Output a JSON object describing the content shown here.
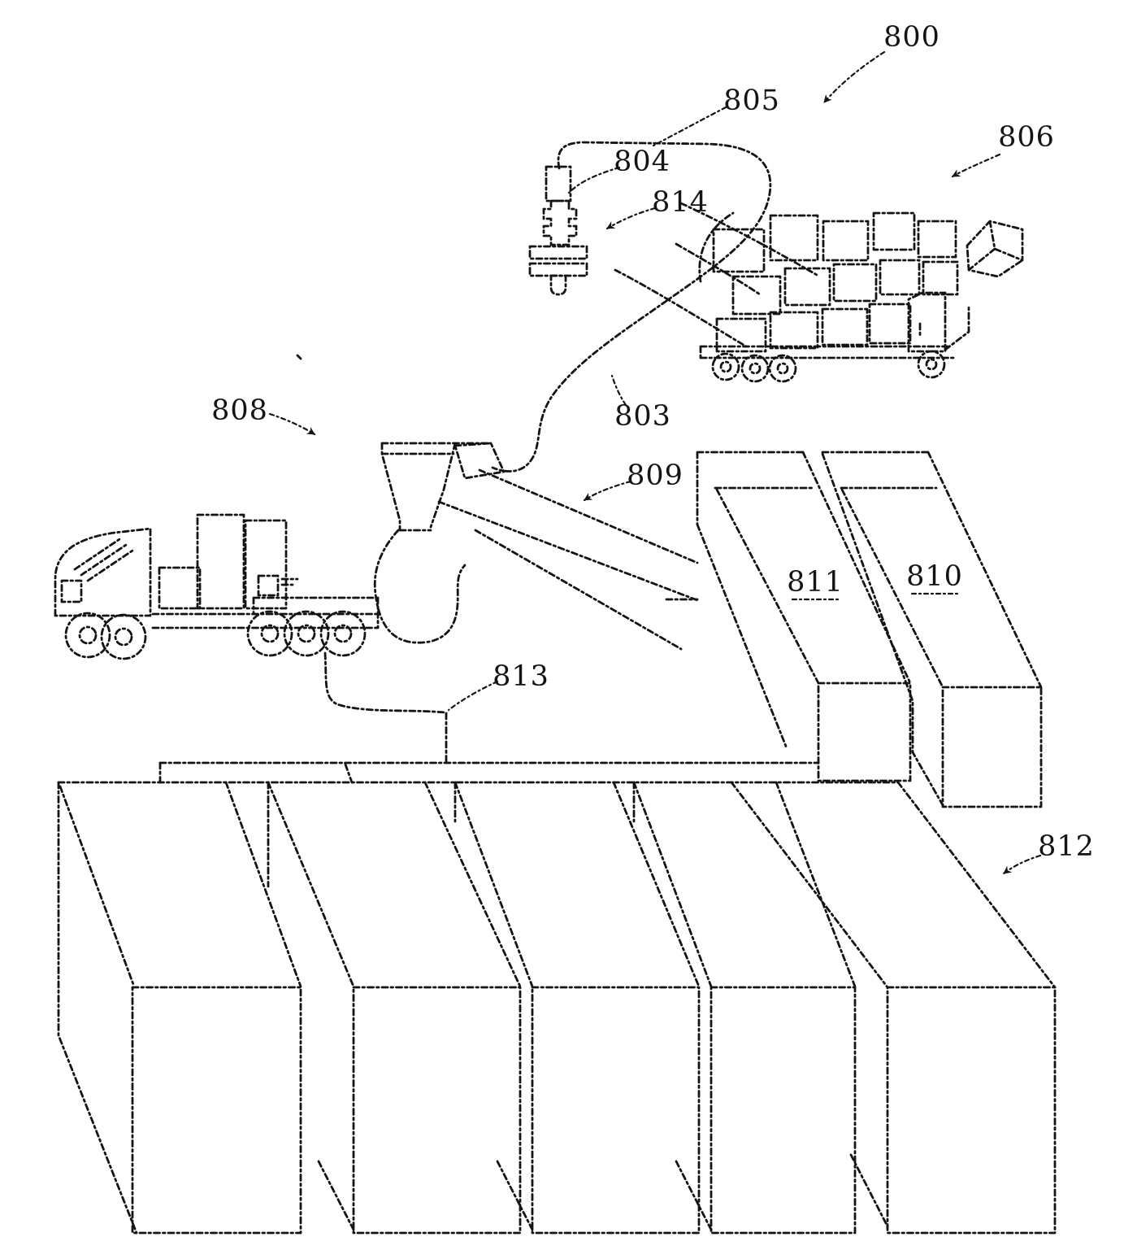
{
  "figure": {
    "kind": "patent line drawing",
    "colors": {
      "ink": "#141414",
      "background": "#ffffff"
    },
    "labels": {
      "800": "800",
      "803": "803",
      "804": "804",
      "805": "805",
      "806": "806",
      "808": "808",
      "809": "809",
      "810": "810",
      "811": "811",
      "812": "812",
      "813": "813",
      "814": "814"
    }
  }
}
